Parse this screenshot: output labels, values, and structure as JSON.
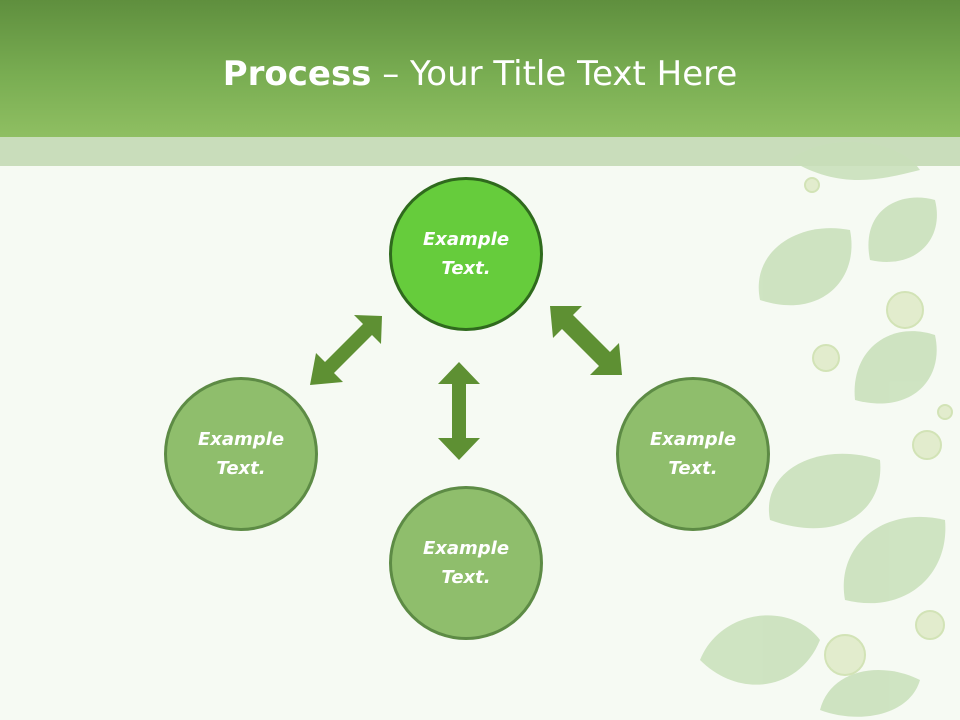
{
  "slide": {
    "title_bold": "Process",
    "title_rest": " – Your Title Text Here"
  },
  "nodes": {
    "top": "Example\nText.",
    "left": "Example\nText.",
    "right": "Example\nText.",
    "bottom": "Example\nText."
  },
  "colors": {
    "header": "#79ad52",
    "node_main": "#66cc3c",
    "node": "#8fbe6c",
    "arrow": "#5e9033"
  }
}
